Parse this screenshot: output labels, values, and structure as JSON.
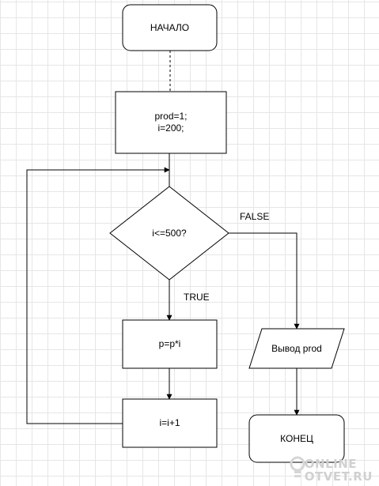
{
  "nodes": {
    "start": "НАЧАЛО",
    "init_line1": "prod=1;",
    "init_line2": "i=200;",
    "condition": "i<=500?",
    "multiply": "p=p*i",
    "increment": "i=i+1",
    "output": "Вывод prod",
    "end": "КОНЕЦ"
  },
  "edges": {
    "false_label": "FALSE",
    "true_label": "TRUE"
  },
  "watermark": {
    "line1": "ONLINE",
    "line2": "OTVET.RU"
  }
}
